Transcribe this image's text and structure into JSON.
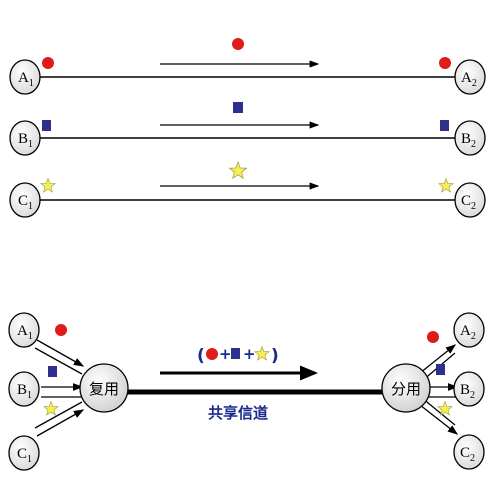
{
  "colors": {
    "red_dot": "#e01b1b",
    "blue_square": "#2e2f8f",
    "yellow_star": "#f5ee5a",
    "star_outline": "#9a9a3a",
    "channel_text": "#1b2a8c"
  },
  "top": {
    "left_nodes": [
      {
        "letter": "A",
        "sub": "1",
        "symbol": "red-dot-icon"
      },
      {
        "letter": "B",
        "sub": "1",
        "symbol": "blue-square-icon"
      },
      {
        "letter": "C",
        "sub": "1",
        "symbol": "yellow-star-icon"
      }
    ],
    "right_nodes": [
      {
        "letter": "A",
        "sub": "2"
      },
      {
        "letter": "B",
        "sub": "2"
      },
      {
        "letter": "C",
        "sub": "2"
      }
    ]
  },
  "bottom": {
    "left_nodes": [
      {
        "letter": "A",
        "sub": "1"
      },
      {
        "letter": "B",
        "sub": "1"
      },
      {
        "letter": "C",
        "sub": "1"
      }
    ],
    "right_nodes": [
      {
        "letter": "A",
        "sub": "2"
      },
      {
        "letter": "B",
        "sub": "2"
      },
      {
        "letter": "C",
        "sub": "2"
      }
    ],
    "mux_label": "复用",
    "demux_label": "分用",
    "channel_label": "共享信道",
    "combo": {
      "open_paren": "(",
      "plus1": "+",
      "plus2": "+",
      "close_paren": ")"
    }
  }
}
